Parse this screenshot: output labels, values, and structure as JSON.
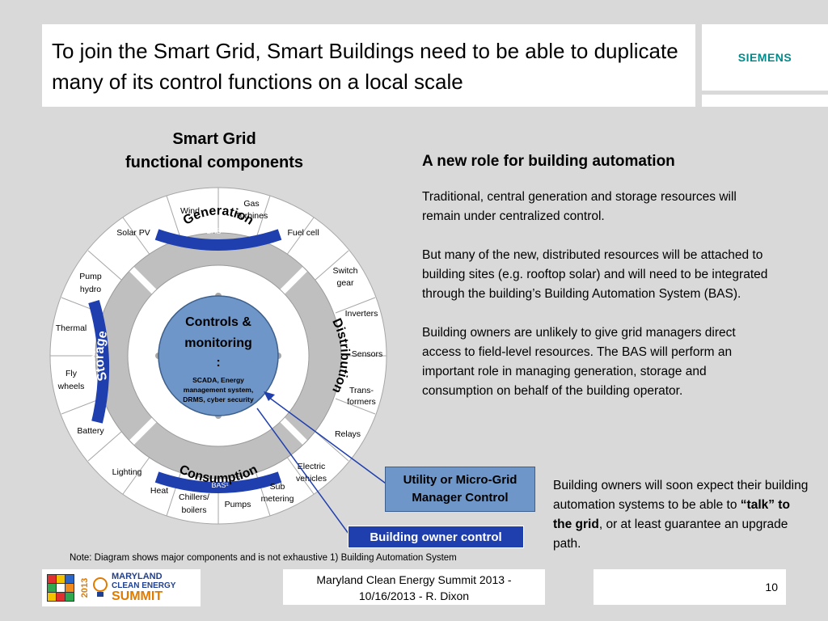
{
  "title": "To join the Smart Grid, Smart Buildings need to be able to duplicate many of its control functions on a local scale",
  "logo": "SIEMENS",
  "diagram": {
    "heading_line1": "Smart Grid",
    "heading_line2": "functional components",
    "center_title_1": "Controls &",
    "center_title_2": "monitoring",
    "center_title_3": ":",
    "center_sub_1": "SCADA, Energy",
    "center_sub_2": "management system,",
    "center_sub_3": "DRMS, cyber security",
    "ring_generation": "Generation",
    "ring_distribution": "Distribution",
    "ring_consumption": "Consumption",
    "ring_storage": "Storage",
    "bas_label": "BAS¹",
    "outer": {
      "wind": "Wind",
      "gas_1": "Gas",
      "gas_2": "Turbines",
      "fuel_cell": "Fuel cell",
      "solar_pv": "Solar PV",
      "switch_1": "Switch",
      "switch_2": "gear",
      "inverters": "Inverters",
      "sensors": "Sensors",
      "trans_1": "Trans-",
      "trans_2": "formers",
      "relays": "Relays",
      "ev_1": "Electric",
      "ev_2": "vehicles",
      "sub_1": "Sub",
      "sub_2": "metering",
      "pumps": "Pumps",
      "chillers_1": "Chillers/",
      "chillers_2": "boilers",
      "heat": "Heat",
      "lighting": "Lighting",
      "battery": "Battery",
      "fly_1": "Fly",
      "fly_2": "wheels",
      "thermal": "Thermal",
      "pump_1": "Pump",
      "pump_2": "hydro"
    }
  },
  "right": {
    "heading": "A new role for building automation",
    "p1": "Traditional, central generation and storage resources will remain under centralized control.",
    "p2": "But many of the new, distributed resources will be attached to building sites (e.g. rooftop solar) and will need to be integrated through the building’s Building Automation System (BAS).",
    "p3": "Building owners are unlikely to give grid managers direct access to field-level resources. The BAS will perform an important role in managing generation, storage and consumption on behalf of the building operator.",
    "p4_before": "Building owners will soon expect their building automation systems to be able to ",
    "p4_bold": "“talk” to the grid",
    "p4_after": ", or at least guarantee an upgrade path."
  },
  "utility_box": "Utility or Micro-Grid Manager Control",
  "owner_box": "Building owner control",
  "note": "Note: Diagram shows major components and is not exhaustive 1) Building Automation System",
  "footer": {
    "event_line1": "Maryland Clean Energy Summit 2013 -",
    "event_line2": "10/16/2013 - R. Dixon",
    "page_number": "10",
    "summit_year": "2013",
    "summit_1": "MARYLAND",
    "summit_2": "CLEAN ENERGY",
    "summit_3": "SUMMIT"
  },
  "colors": {
    "bas_band": "#1f3fae",
    "center_fill": "#6f96c8",
    "ring_grey": "#bfbfbf"
  }
}
